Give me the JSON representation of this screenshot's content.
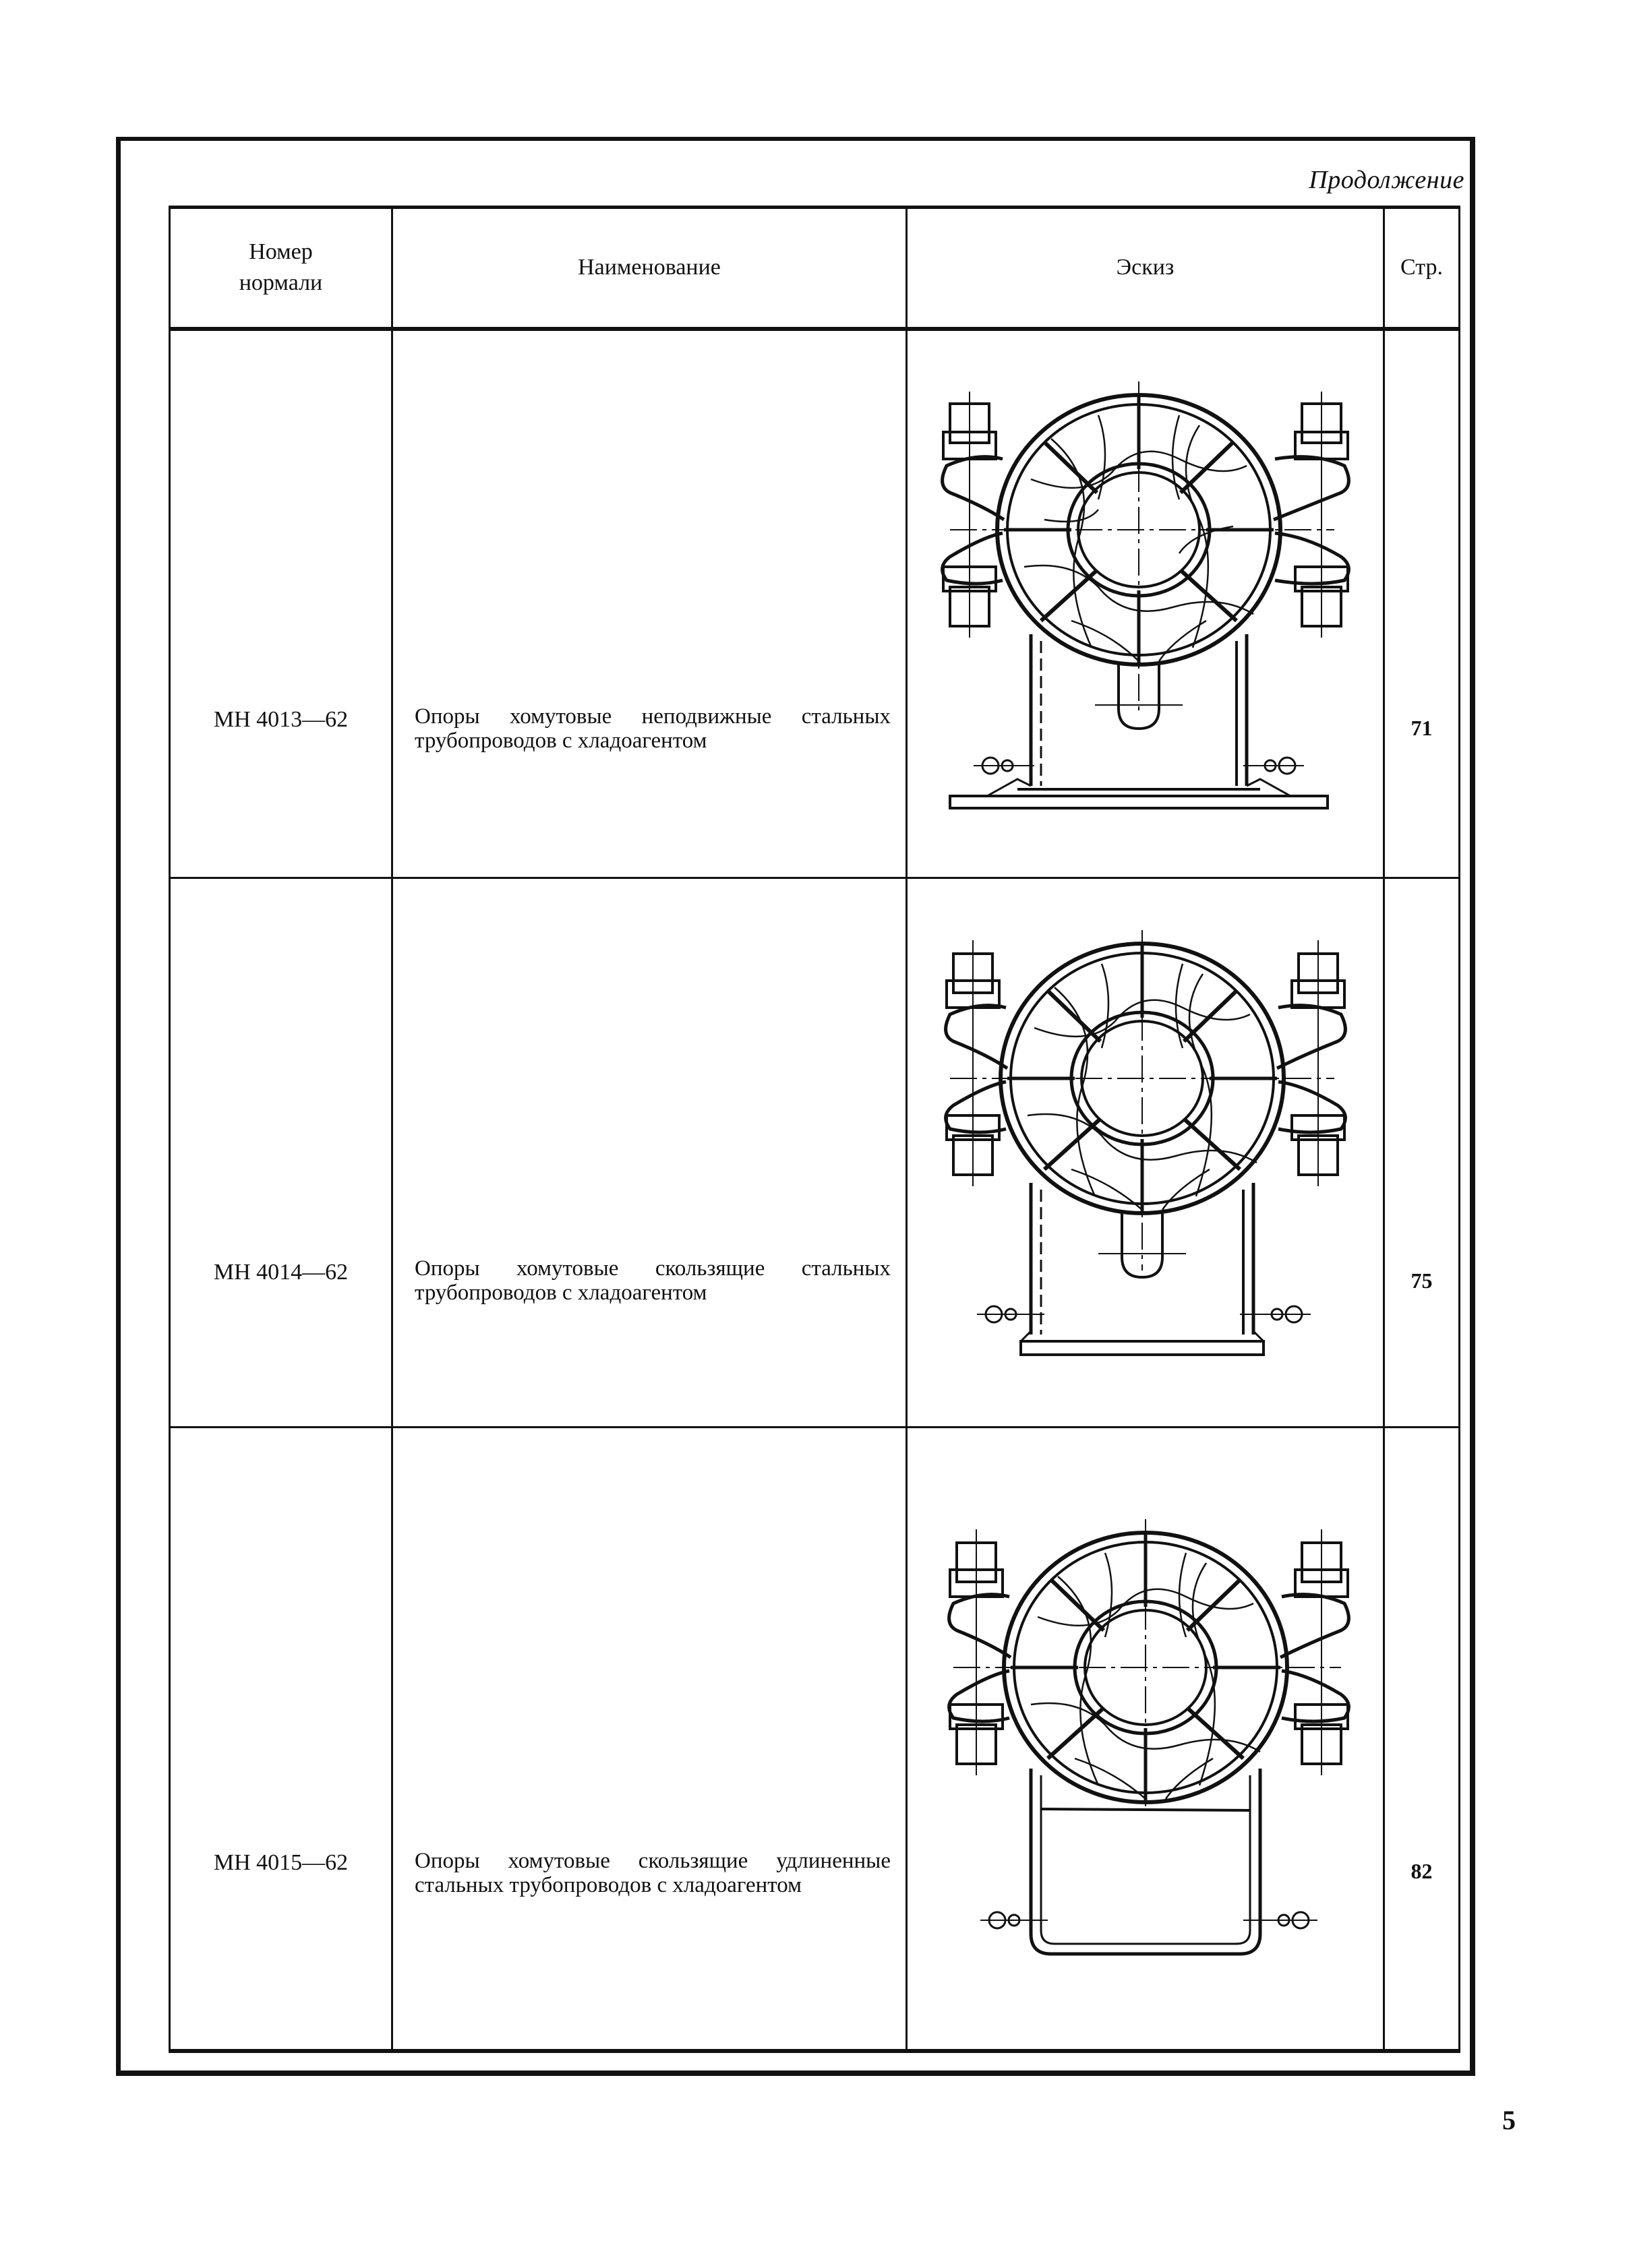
{
  "page": {
    "continuation_label": "Продолжение",
    "page_number": "5"
  },
  "table": {
    "headers": {
      "number_line1": "Номер",
      "number_line2": "нормали",
      "name": "Наименование",
      "sketch": "Эскиз",
      "page": "Стр."
    },
    "rows": [
      {
        "number": "МН 4013—62",
        "name": "Опоры хомутовые неподвижные стальных трубопроводов с хладоагентом",
        "sketch_icon": "fixed-clamp-pipe-support-drawing",
        "sketch_variant": "fixed",
        "page": "71"
      },
      {
        "number": "МН 4014—62",
        "name": "Опоры хомутовые скользящие стальных трубопроводов с хладоагентом",
        "sketch_icon": "sliding-clamp-pipe-support-drawing",
        "sketch_variant": "sliding",
        "page": "75"
      },
      {
        "number": "МН 4015—62",
        "name": "Опоры хомутовые скользящие удлиненные стальных трубопроводов с хладоагентом",
        "sketch_icon": "extended-sliding-clamp-pipe-support-drawing",
        "sketch_variant": "extended",
        "page": "82"
      }
    ]
  }
}
